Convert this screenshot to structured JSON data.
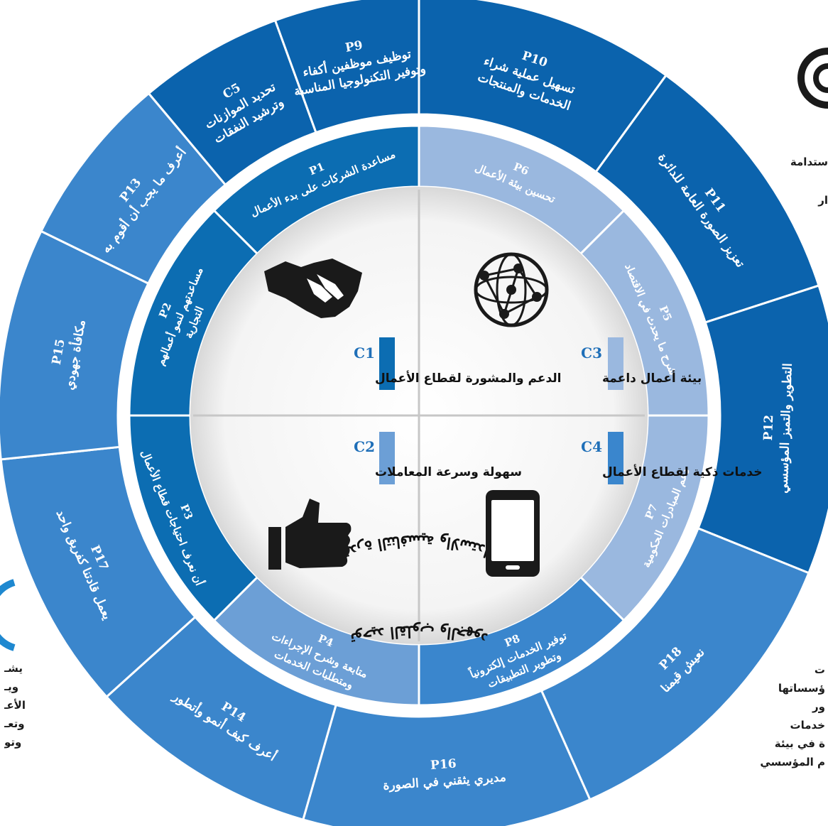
{
  "colors": {
    "dark_blue": "#0c6db2",
    "mid_blue": "#3a86cd",
    "light_blue": "#9ab8df",
    "ring_mid": "#4f8ecd",
    "ring_light": "#6c9fd6",
    "outer_dark": "#0b63ad",
    "outer_mid": "#3b86cc"
  },
  "outer_ring": [
    {
      "code": "P10",
      "text": "تسهيل عملية شراء",
      "text2": "الخدمات والمنتجات"
    },
    {
      "code": "P11",
      "text": "تعزيز الصورة العامة للدائرة",
      "text2": ""
    },
    {
      "code": "P12",
      "text": "التطوير والتميز المؤسسي",
      "text2": ""
    },
    {
      "code": "P18",
      "text": "نعيش قيمنا",
      "text2": ""
    },
    {
      "code": "P16",
      "text": "مديري يثقني في الصورة",
      "text2": ""
    },
    {
      "code": "P14",
      "text": "أعرف كيف أنمو وأتطور",
      "text2": ""
    },
    {
      "code": "P17",
      "text": "يعمل قادتنا كفريق واحد",
      "text2": ""
    },
    {
      "code": "P15",
      "text": "مكافأة جهودي",
      "text2": ""
    },
    {
      "code": "P13",
      "text": "أعرف ما يجب أن أقوم به",
      "text2": ""
    },
    {
      "code": "C5",
      "text": "تحديد الموازنات",
      "text2": "وترشيد النفقات"
    },
    {
      "code": "P9",
      "text": "توظيف موظفين أكفاء",
      "text2": "وتوفير التكنولوجيا المناسبة"
    }
  ],
  "inner_ring": [
    {
      "code": "P1",
      "text": "مساعدة الشركات على بدء الأعمال",
      "text2": ""
    },
    {
      "code": "P6",
      "text": "تحسين بيئة الأعمال",
      "text2": ""
    },
    {
      "code": "P5",
      "text": "شرح ما يحدث في الاقتصاد",
      "text2": ""
    },
    {
      "code": "P7",
      "text": "دعم المبادرات الحكومية",
      "text2": ""
    },
    {
      "code": "P8",
      "text": "توفير الخدمات إلكترونياً",
      "text2": "وتطوير التطبيقات"
    },
    {
      "code": "P4",
      "text": "متابعة وشرح الإجراءات",
      "text2": "ومتطلبات الخدمات"
    },
    {
      "code": "P3",
      "text": "أن نعرف احتياجات قطاع الأعمال",
      "text2": ""
    },
    {
      "code": "P2",
      "text": "مساعدتهم لنمو أعمالهم",
      "text2": "التجارية"
    }
  ],
  "quadrants": [
    {
      "code": "C1",
      "label": "الدعم والمشورة لقطاع الأعمال",
      "icon": "handshake-icon"
    },
    {
      "code": "C3",
      "label": "بيئة أعمال داعمة",
      "icon": "globe-network-icon"
    },
    {
      "code": "C2",
      "label": "سهولة وسرعة المعاملات",
      "icon": "thumbs-up-icon"
    },
    {
      "code": "C4",
      "label": "خدمات ذكية لقطاع الأعمال",
      "icon": "smartphone-icon"
    }
  ],
  "arc_labels": {
    "competitiveness": "القدرة التنافسية والاستدامة",
    "unity": "توحيد القلوب والجهود"
  },
  "side_text": {
    "top_right": [
      "ستدامة",
      "ار"
    ],
    "right": [
      "ت",
      "ؤسساتها",
      "ور",
      "خدمات",
      "ة في بيئة",
      "م المؤسسي"
    ],
    "left": [
      "يشـ",
      "ويـ",
      "الأعـ",
      "وتعـ",
      "وتو"
    ]
  }
}
